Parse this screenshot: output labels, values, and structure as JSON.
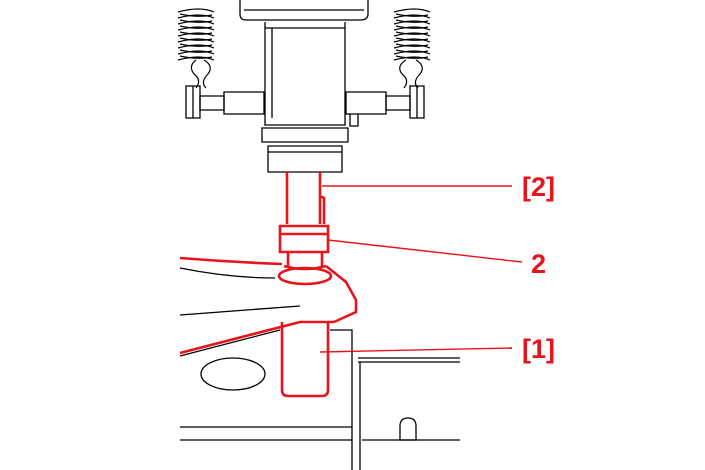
{
  "callouts": {
    "upper_bracket": "[2]",
    "middle_number": "2",
    "lower_bracket": "[1]"
  },
  "colors": {
    "line": "#000000",
    "highlight": "#e8141b",
    "background": "#ffffff"
  }
}
